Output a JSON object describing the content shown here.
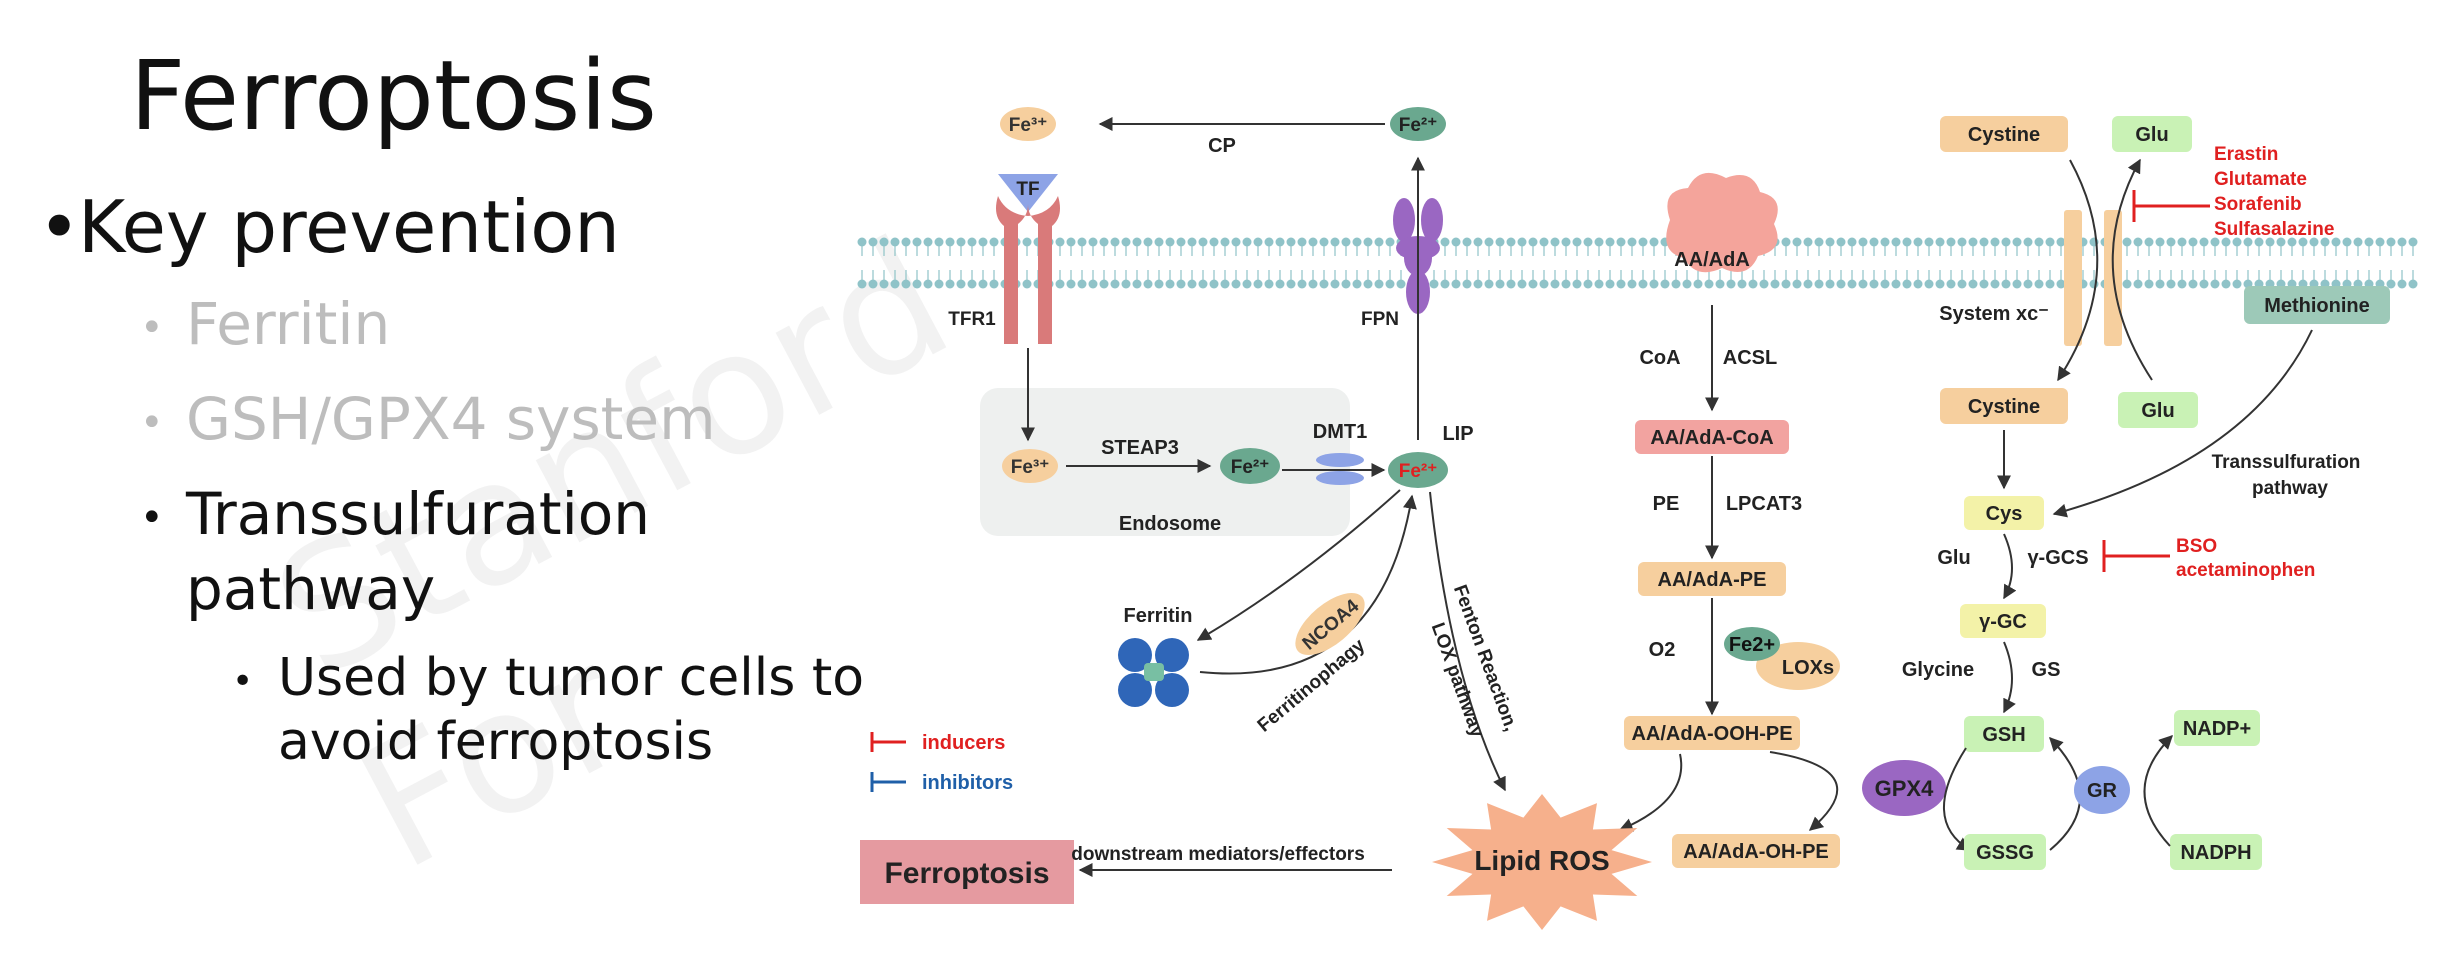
{
  "slide": {
    "title": "Ferroptosis",
    "bullets": {
      "key_prevention": "Key prevention",
      "ferritin": "Ferritin",
      "gsh_gpx4": "GSH/GPX4 system",
      "transsulfuration_line1": "Transsulfuration",
      "transsulfuration_line2": "pathway",
      "tumor_line1": "Used by tumor cells to",
      "tumor_line2": "avoid ferroptosis"
    },
    "bullet_symbol": "•",
    "colors": {
      "muted": "#bdbdbd",
      "text": "#111111"
    }
  },
  "diagram": {
    "iron": {
      "fe3_top": "Fe³⁺",
      "fe2_top": "Fe²⁺",
      "cp": "CP",
      "tf": "TF",
      "tfr1": "TFR1",
      "fpn": "FPN",
      "fe3_endo": "Fe³⁺",
      "steap3": "STEAP3",
      "fe2_endo": "Fe²⁺",
      "dmt1": "DMT1",
      "lip_fe2": "Fe²⁺",
      "lip": "LIP",
      "endosome": "Endosome",
      "ferritin": "Ferritin",
      "ncoa4": "NCOA4",
      "ferritinophagy": "Ferritinophagy",
      "fenton1": "Fenton Reaction,",
      "fenton2": "LOX pathway"
    },
    "lipid": {
      "aa": "AA/AdA",
      "coa": "CoA",
      "acsl": "ACSL",
      "aa_coa": "AA/AdA-CoA",
      "pe": "PE",
      "lpcat3": "LPCAT3",
      "aa_pe": "AA/AdA-PE",
      "o2": "O2",
      "fe2": "Fe2+",
      "loxs": "LOXs",
      "aa_ooh": "AA/AdA-OOH-PE",
      "aa_oh": "AA/AdA-OH-PE",
      "gpx4": "GPX4",
      "lipid_ros": "Lipid ROS"
    },
    "gsh": {
      "cystine_out": "Cystine",
      "glu_out": "Glu",
      "system_xc": "System xc⁻",
      "methionine": "Methionine",
      "cystine_in": "Cystine",
      "glu_in": "Glu",
      "transsulf1": "Transsulfuration",
      "transsulf2": "pathway",
      "cys": "Cys",
      "glu_gcs": "Glu",
      "gcs": "γ-GCS",
      "ggc": "γ-GC",
      "glycine": "Glycine",
      "gs": "GS",
      "gsh": "GSH",
      "gssg": "GSSG",
      "gr": "GR",
      "nadp": "NADP+",
      "nadph": "NADPH"
    },
    "inhibitor_lists": {
      "xc": [
        "Erastin",
        "Glutamate",
        "Sorafenib",
        "Sulfasalazine"
      ],
      "gcs": [
        "BSO",
        "acetaminophen"
      ]
    },
    "legend": {
      "inducers": "inducers",
      "inhibitors": "inhibitors"
    },
    "outcome": {
      "downstream": "downstream mediators/effectors",
      "ferroptosis": "Ferroptosis"
    },
    "colors": {
      "red": "#e02020",
      "blue": "#1f5fa8",
      "orange": "#f6cf9e",
      "salmon": "#f2a3a0",
      "green": "#c9f2b5",
      "yellow": "#f3f2a8",
      "teal": "#6aa88f",
      "purple": "#9a67c2",
      "grey_box": "#eef0ef",
      "membrane": "#8fc3c8",
      "tfr": "#d97a7a",
      "ferro_box": "#e59aa0"
    }
  }
}
